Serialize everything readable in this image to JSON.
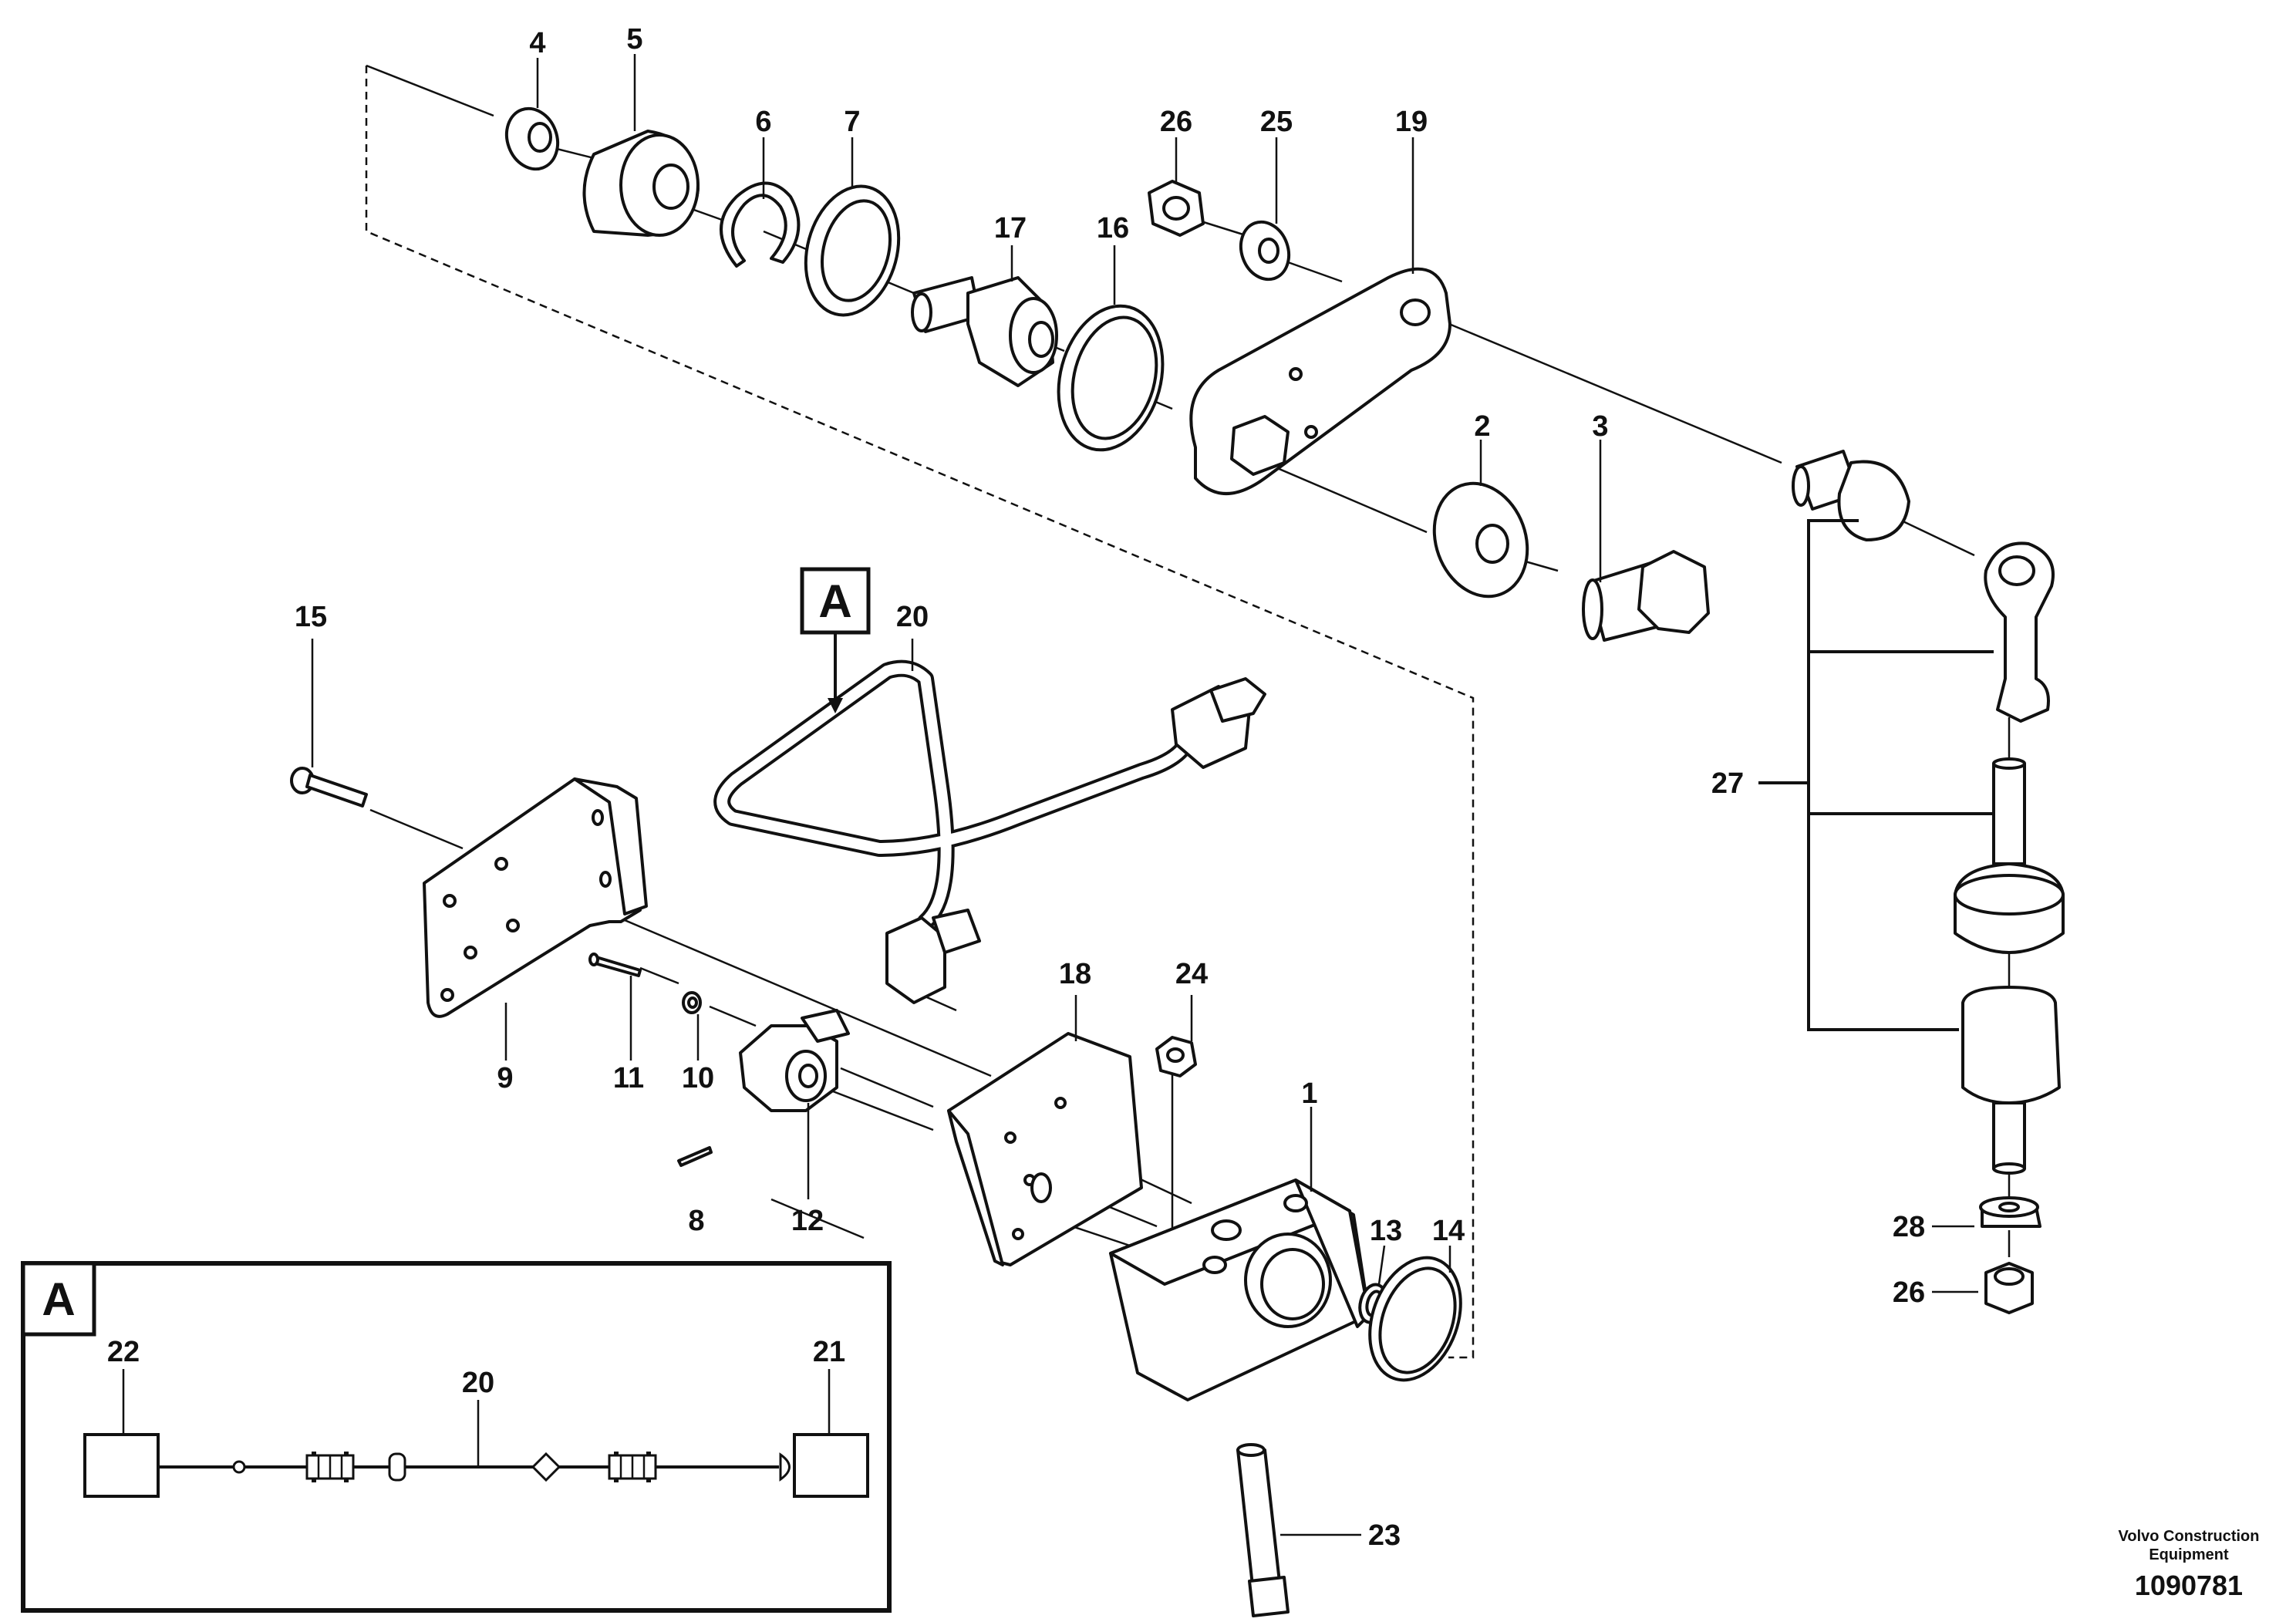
{
  "callouts": {
    "c1": "1",
    "c2": "2",
    "c3": "3",
    "c4": "4",
    "c5": "5",
    "c6": "6",
    "c7": "7",
    "c8": "8",
    "c9": "9",
    "c10": "10",
    "c11": "11",
    "c12": "12",
    "c13": "13",
    "c14": "14",
    "c15": "15",
    "c16": "16",
    "c17": "17",
    "c18": "18",
    "c19": "19",
    "c20": "20",
    "c23": "23",
    "c24": "24",
    "c25": "25",
    "c26a": "26",
    "c26b": "26",
    "c27": "27",
    "c28": "28"
  },
  "detail_marker": "A",
  "detail": {
    "marker": "A",
    "c22": "22",
    "c21": "21",
    "c20": "20"
  },
  "footer": {
    "company_line1": "Volvo Construction",
    "company_line2": "Equipment",
    "drawing_number": "1090781"
  }
}
